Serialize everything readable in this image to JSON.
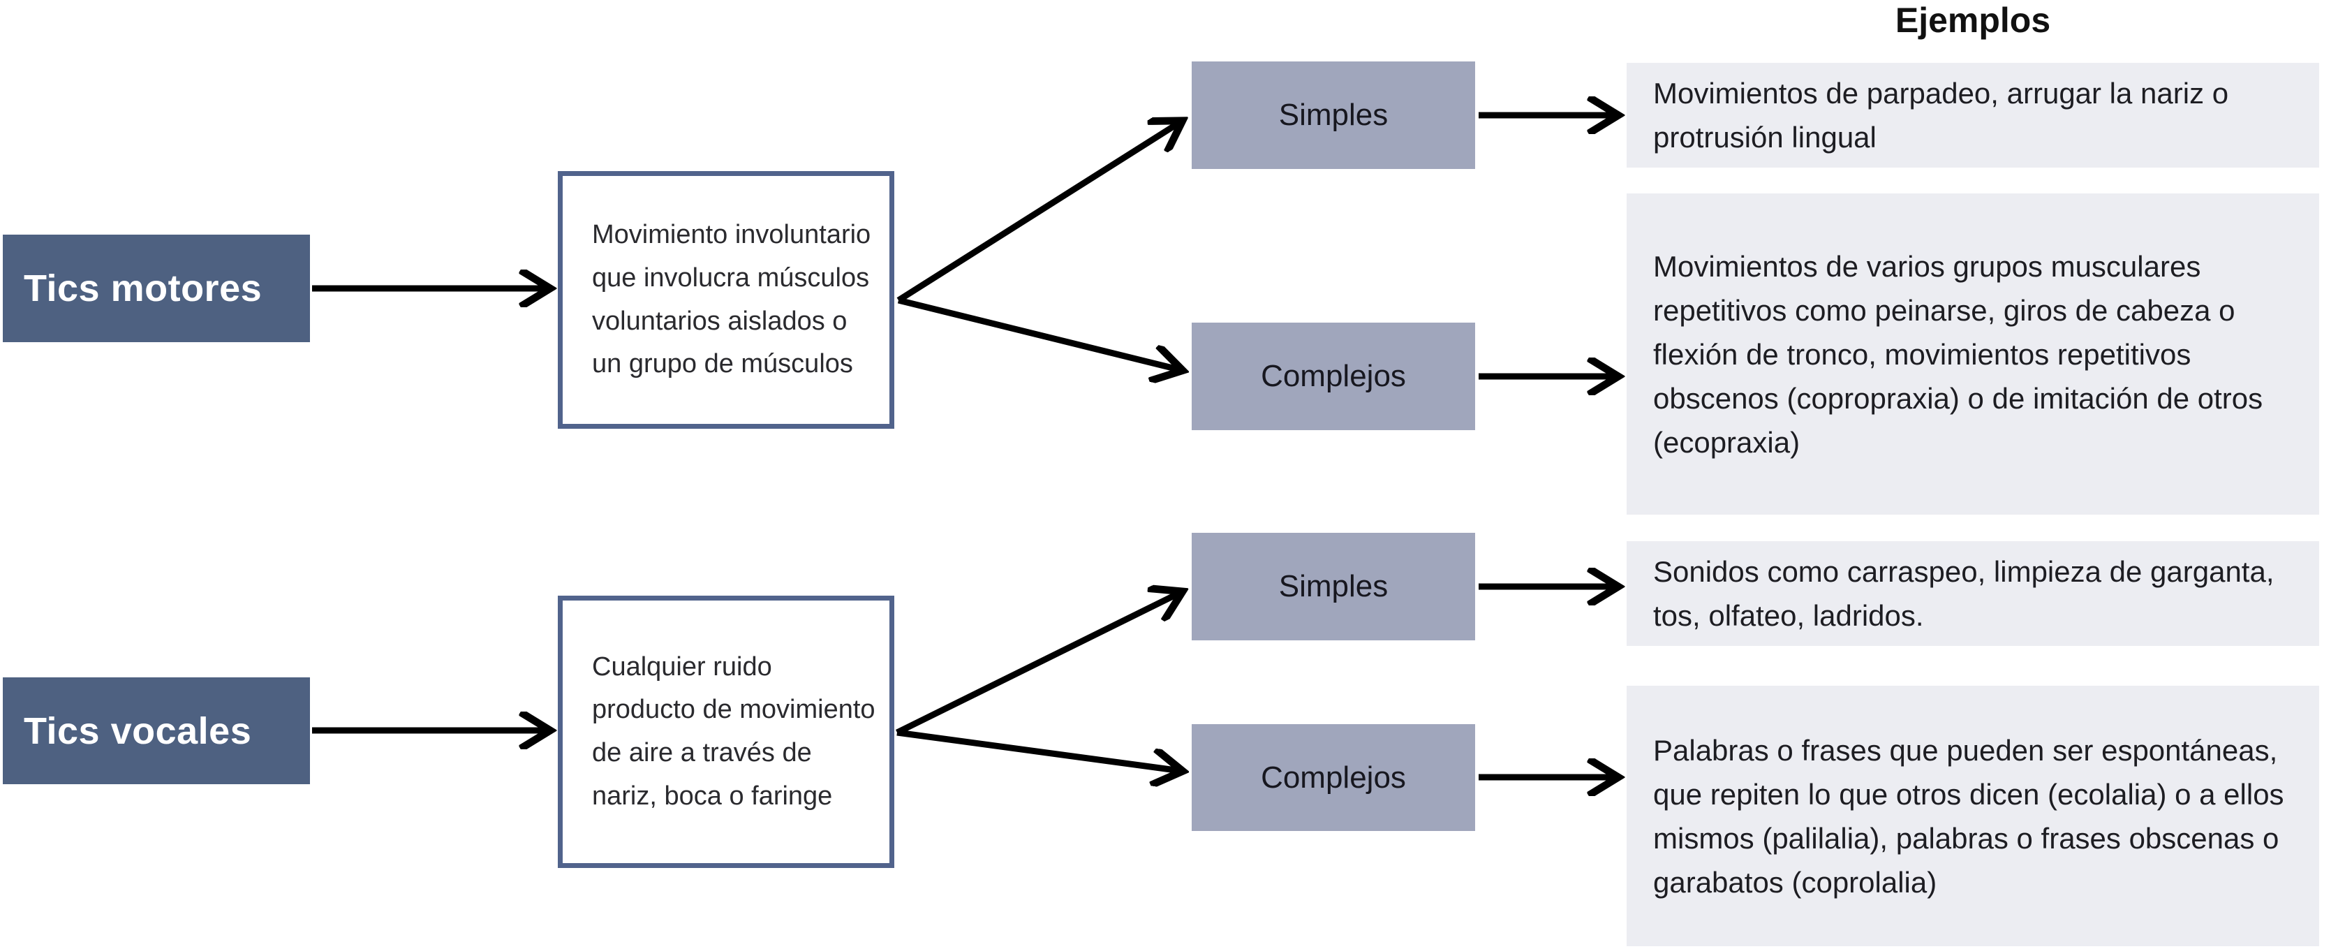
{
  "examples_header": "Ejemplos",
  "palette": {
    "root_box": "#4E6181",
    "definition_border": "#51638C",
    "branch_box": "#A0A6BC",
    "example_bg": "#ECEDF2",
    "arrow": "#000000",
    "root_text": "#FFFFFF",
    "body_text": "#1D1D22"
  },
  "rows": [
    {
      "label": "Tics motores",
      "definition": "Movimiento involuntario que involucra músculos voluntarios aislados o un grupo de músculos",
      "branches": [
        {
          "label": "Simples",
          "example": "Movimientos de parpadeo, arrugar la nariz o protrusión lingual"
        },
        {
          "label": "Complejos",
          "example": "Movimientos de varios grupos musculares repetitivos como peinarse, giros de cabeza o flexión de tronco, movimientos repetitivos obscenos (copropraxia) o de imitación de otros (ecopraxia)"
        }
      ]
    },
    {
      "label": "Tics vocales",
      "definition": "Cualquier ruido producto de movimiento de aire a través de nariz, boca o faringe",
      "branches": [
        {
          "label": "Simples",
          "example": "Sonidos como carraspeo, limpieza de garganta, tos, olfateo, ladridos."
        },
        {
          "label": "Complejos",
          "example": "Palabras o frases que pueden ser espontáneas, que repiten lo que otros dicen (ecolalia) o a ellos mismos (palilalia), palabras o frases obscenas o garabatos (coprolalia)"
        }
      ]
    }
  ]
}
